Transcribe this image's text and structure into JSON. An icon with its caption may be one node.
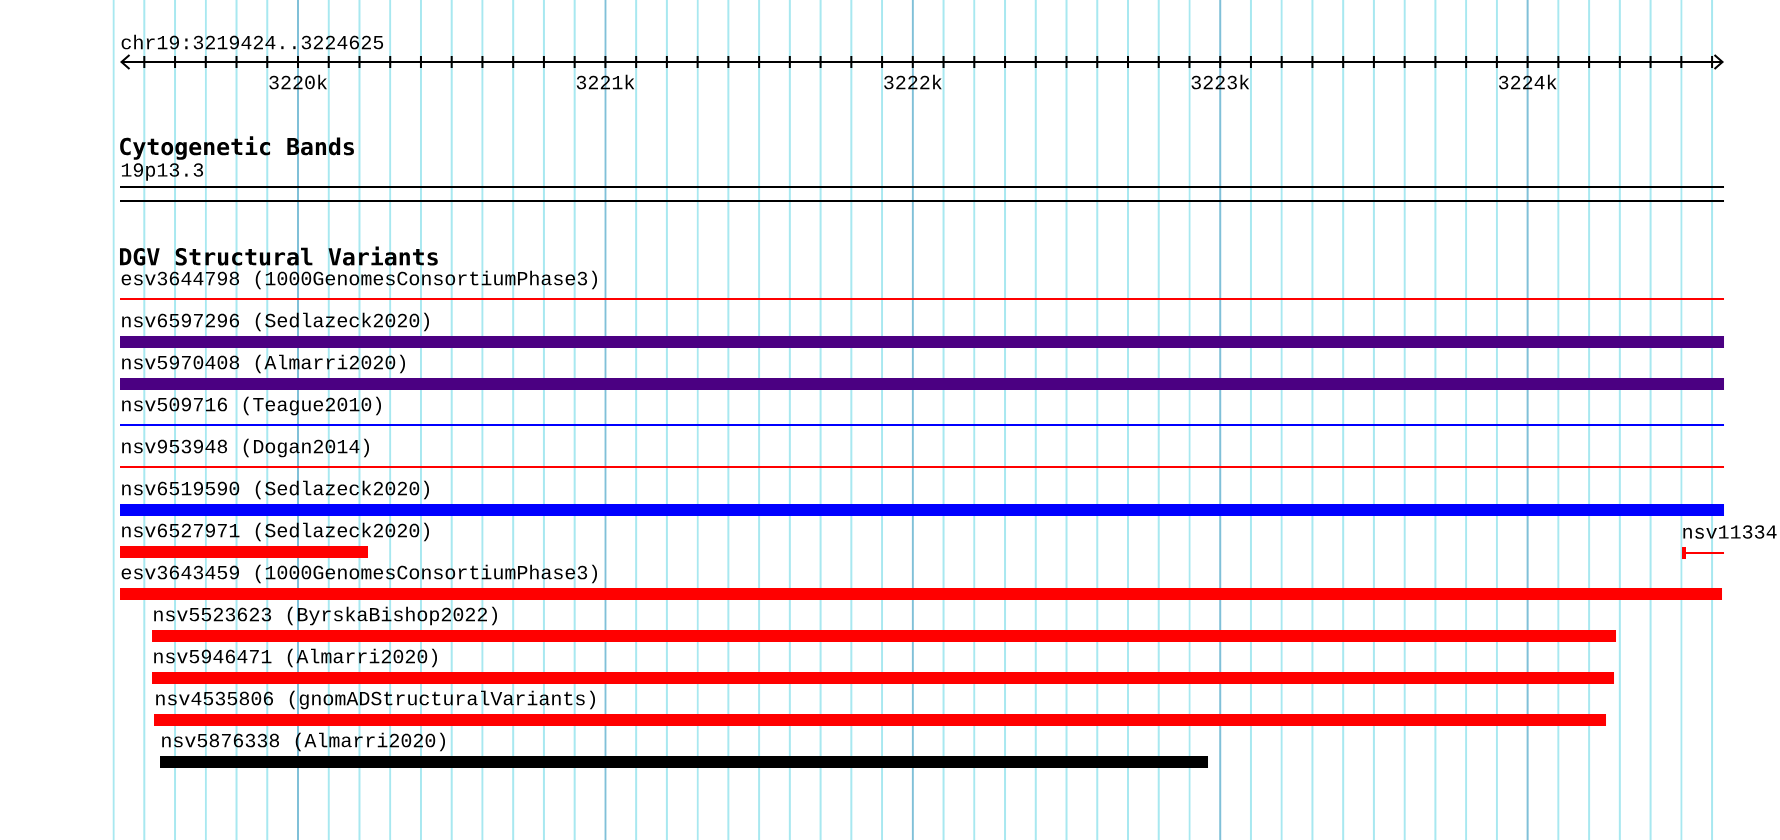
{
  "diagram": {
    "nodes": [
      {
        "text": [
          "esv3644798 (1000GenomesConsortiumPhase3)"
        ]
      },
      {
        "text": [
          "nsv6597296 (Sedlazeck2020)"
        ]
      },
      {
        "text": [
          "nsv5970408 (Almarri2020)"
        ]
      },
      {
        "text": [
          "nsv509716 (Teague2010)"
        ]
      },
      {
        "text": [
          "nsv953948 (Dogan2014)"
        ]
      },
      {
        "text": [
          "nsv6519590 (Sedlazeck2020)"
        ]
      },
      {
        "text": [
          "nsv6527971 (Sedlazeck2020)"
        ]
      },
      {
        "text": [
          "nsv11334"
        ]
      },
      {
        "text": [
          "esv3643459 (1000GenomesConsortiumPhase3)"
        ]
      },
      {
        "text": [
          "nsv5523623 (ByrskaBishop2022)"
        ]
      },
      {
        "text": [
          "nsv5946471 (Almarri2020)"
        ]
      },
      {
        "text": [
          "nsv4535806 (gnomADStructuralVariants)"
        ]
      },
      {
        "text": [
          "nsv5876338 (Almarri2020)"
        ]
      }
    ],
    "labels": [
      "chr19:3219424..3224625",
      "3220k",
      "3221k",
      "3222k",
      "3223k",
      "3224k",
      "Cytogenetic Bands",
      "19p13.3",
      "DGV Structural Variants"
    ]
  }
}
